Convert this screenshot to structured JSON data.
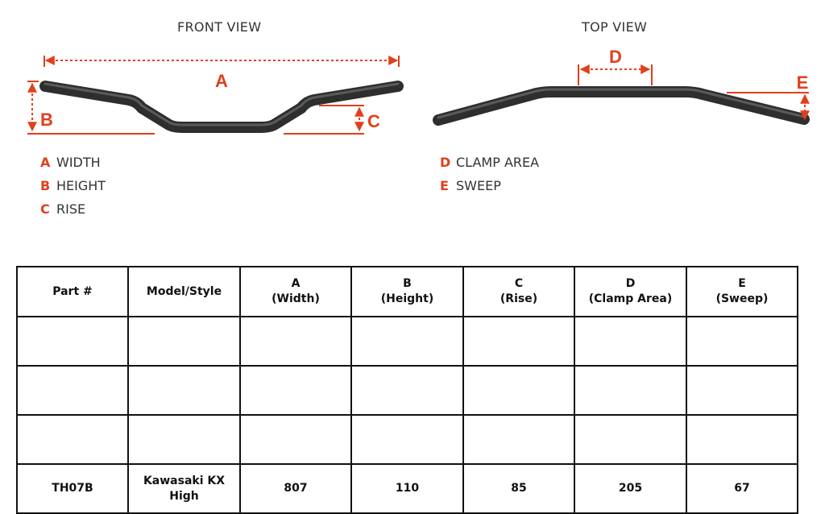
{
  "diagram": {
    "front_view_title": "FRONT VIEW",
    "top_view_title": "TOP VIEW",
    "callouts": {
      "a": "A",
      "b": "B",
      "c": "C",
      "d": "D",
      "e": "E"
    },
    "accent_color": "#e0401c",
    "bar_color": "#3a3a3a",
    "front_legend": [
      {
        "letter": "A",
        "label": "WIDTH"
      },
      {
        "letter": "B",
        "label": "HEIGHT"
      },
      {
        "letter": "C",
        "label": "RISE"
      }
    ],
    "top_legend": [
      {
        "letter": "D",
        "label": "CLAMP AREA"
      },
      {
        "letter": "E",
        "label": "SWEEP"
      }
    ]
  },
  "table": {
    "headers": [
      {
        "line1": "Part #",
        "line2": ""
      },
      {
        "line1": "Model/Style",
        "line2": ""
      },
      {
        "line1": "A",
        "line2": "(Width)"
      },
      {
        "line1": "B",
        "line2": "(Height)"
      },
      {
        "line1": "C",
        "line2": "(Rise)"
      },
      {
        "line1": "D",
        "line2": "(Clamp Area)"
      },
      {
        "line1": "E",
        "line2": "(Sweep)"
      }
    ],
    "rows": [
      [
        "",
        "",
        "",
        "",
        "",
        "",
        ""
      ],
      [
        "",
        "",
        "",
        "",
        "",
        "",
        ""
      ],
      [
        "",
        "",
        "",
        "",
        "",
        "",
        ""
      ],
      [
        "TH07B",
        "Kawasaki KX High",
        "807",
        "110",
        "85",
        "205",
        "67"
      ]
    ]
  }
}
